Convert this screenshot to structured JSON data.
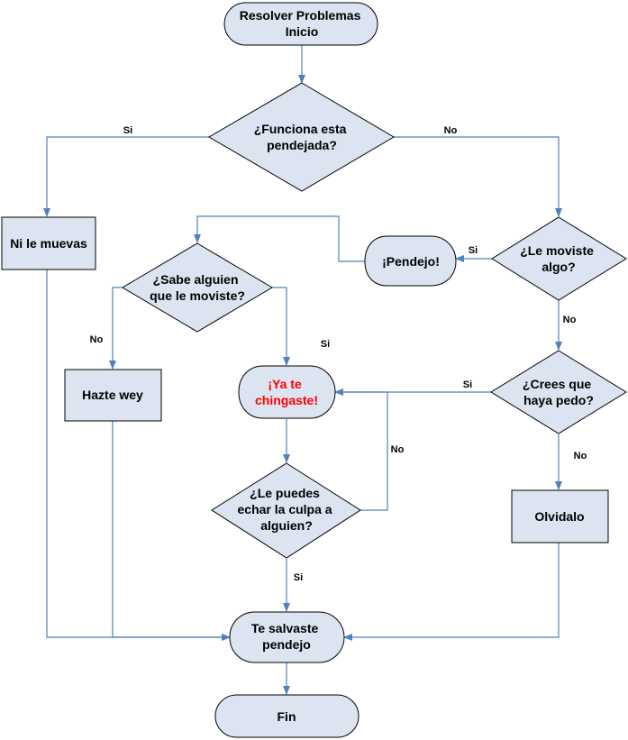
{
  "nodes": {
    "start": {
      "lines": [
        "Resolver Problemas",
        "Inicio"
      ]
    },
    "works": {
      "lines": [
        "¿Funciona esta",
        "pendejada?"
      ]
    },
    "dont_touch": {
      "lines": [
        "Ni le muevas"
      ]
    },
    "touched": {
      "lines": [
        "¿Le moviste",
        "algo?"
      ]
    },
    "idiot": {
      "lines": [
        "¡Pendejo!"
      ]
    },
    "anyone_knows": {
      "lines": [
        "¿Sabe alguien",
        "que le moviste?"
      ]
    },
    "play_dumb": {
      "lines": [
        "Hazte wey"
      ]
    },
    "screwed": {
      "lines": [
        "¡Ya te",
        "chingaste!"
      ]
    },
    "trouble": {
      "lines": [
        "¿Crees que",
        "haya pedo?"
      ]
    },
    "blame": {
      "lines": [
        "¿Le puedes",
        "echar la culpa a",
        "alguien?"
      ]
    },
    "forget": {
      "lines": [
        "Olvidalo"
      ]
    },
    "saved": {
      "lines": [
        "Te salvaste",
        "pendejo"
      ]
    },
    "end": {
      "lines": [
        "Fin"
      ]
    }
  },
  "edge_labels": {
    "works_yes": "Si",
    "works_no": "No",
    "touched_yes": "Si",
    "touched_no": "No",
    "anyone_no": "No",
    "anyone_yes": "Si",
    "trouble_yes": "Si",
    "trouble_no": "No",
    "blame_no": "No",
    "blame_yes": "Si"
  },
  "colors": {
    "shape_fill": "#dbe4f0",
    "connector": "#4f81bd",
    "alert_text": "#ff0000"
  }
}
